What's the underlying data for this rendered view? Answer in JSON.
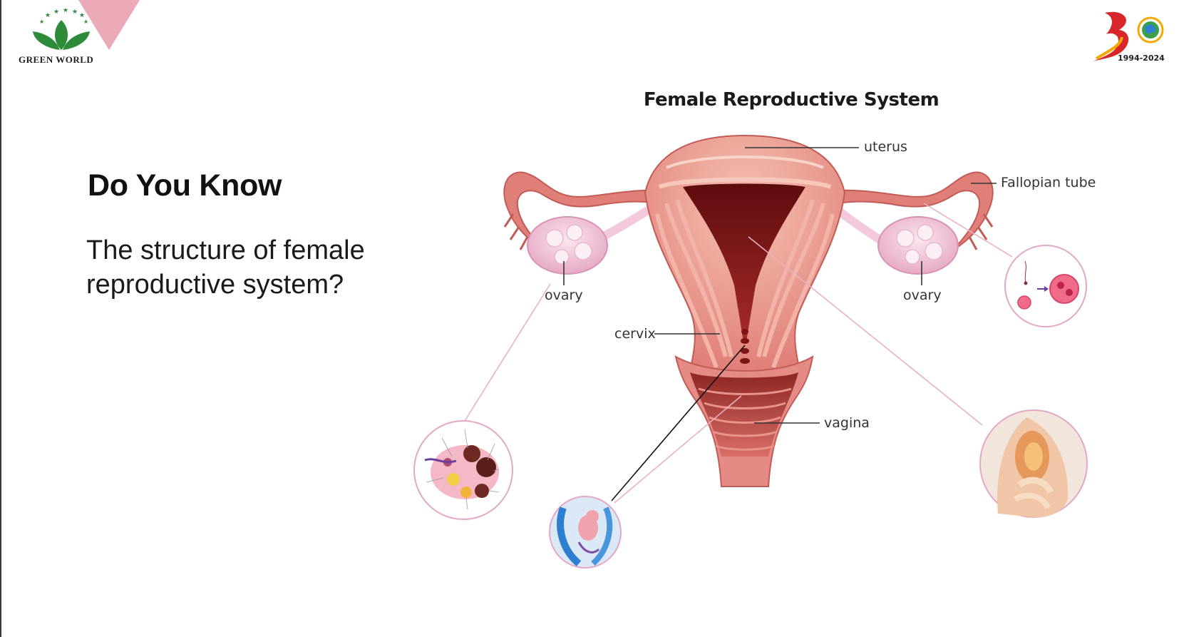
{
  "brand": {
    "logo_text": "GREEN WORLD",
    "anniversary_years": "1994-2024",
    "accent_green": "#2e8b3a",
    "accent_pink": "#ecaab8",
    "anniversary_red": "#d8262a",
    "anniversary_gold": "#f2a900"
  },
  "slide": {
    "heading": "Do You Know",
    "question": "The structure of female reproductive system?"
  },
  "diagram": {
    "title": "Female Reproductive System",
    "labels": {
      "uterus": "uterus",
      "fallopian_tube": "Fallopian tube",
      "ovary_left": "ovary",
      "ovary_right": "ovary",
      "cervix": "cervix",
      "vagina": "vagina"
    },
    "colors": {
      "tissue_outer": "#e58a84",
      "tissue_light": "#f2b3a8",
      "tissue_dark": "#7d1416",
      "ovary": "#f3c9dd",
      "leader_pink": "#e9b1c1"
    },
    "insets": [
      "ovary-follicles-inset",
      "zygote-inset",
      "fetus-inset",
      "pregnancy-inset"
    ]
  }
}
